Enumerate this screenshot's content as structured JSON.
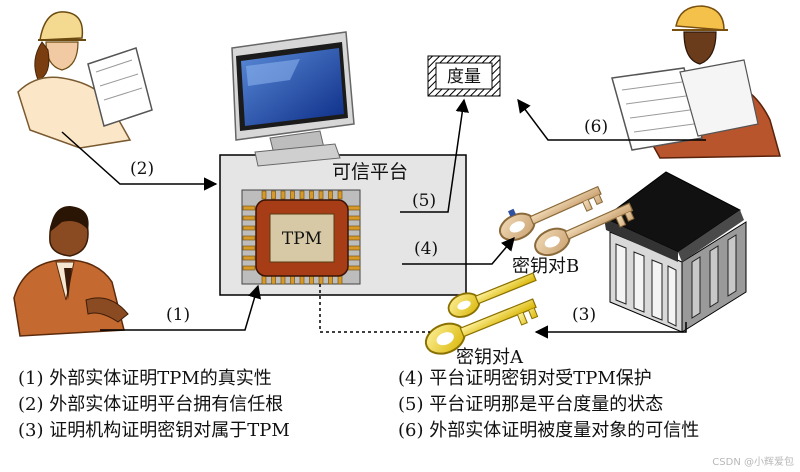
{
  "diagram": {
    "platform_label": "可信平台",
    "tpm_label": "TPM",
    "measure_label": "度量",
    "key_b_label": "密钥对B",
    "key_a_label": "密钥对A",
    "step_labels": {
      "s1": "(1)",
      "s2": "(2)",
      "s3": "(3)",
      "s4": "(4)",
      "s5": "(5)",
      "s6": "(6)"
    }
  },
  "legend": {
    "left": [
      "(1) 外部实体证明TPM的真实性",
      "(2) 外部实体证明平台拥有信任根",
      "(3) 证明机构证明密钥对属于TPM"
    ],
    "right": [
      "(4) 平台证明密钥对受TPM保护",
      "(5) 平台证明那是平台度量的状态",
      "(6) 外部实体证明被度量对象的可信性"
    ]
  },
  "watermark": "CSDN @小辉爱包"
}
